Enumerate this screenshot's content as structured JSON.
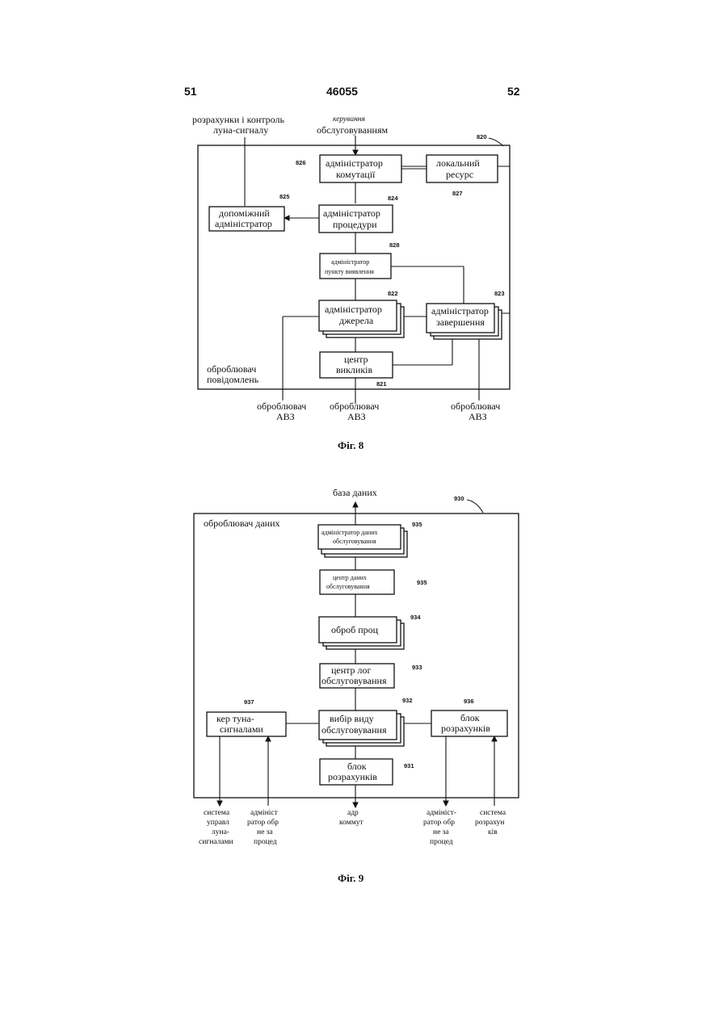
{
  "header": {
    "left": "51",
    "center": "46055",
    "right": "52"
  },
  "fig8": {
    "caption": "Фіг. 8",
    "top_left_label": [
      "розрахунки і контроль",
      "луна-сигналу"
    ],
    "top_center_label": [
      "керування",
      "обслуговуванням"
    ],
    "frame_ref": "820",
    "frame_label": [
      "оброблювач",
      "повідомлень"
    ],
    "boxes": {
      "switch_admin": {
        "lines": [
          "адміністратор",
          "комутації"
        ],
        "ref": "826"
      },
      "local_resource": {
        "lines": [
          "локальний",
          "ресурс"
        ],
        "ref": "827"
      },
      "procedure_admin": {
        "lines": [
          "адміністратор",
          "процедури"
        ],
        "ref": "824"
      },
      "aux_admin": {
        "lines": [
          "допоміжний",
          "адміністратор"
        ],
        "ref": "825"
      },
      "detection_admin": {
        "lines": [
          "адміністратор",
          "пункту виявлення"
        ],
        "ref": "828"
      },
      "source_admin": {
        "lines": [
          "адміністратор",
          "джерела"
        ],
        "ref": "822"
      },
      "termination_admin": {
        "lines": [
          "адміністратор",
          "завершення"
        ],
        "ref": "823"
      },
      "call_center": {
        "lines": [
          "центр",
          "викликів"
        ],
        "ref": "821"
      }
    },
    "bottom_labels": [
      [
        "оброблювач",
        "АВЗ"
      ],
      [
        "оброблювач",
        "АВЗ"
      ],
      [
        "оброблювач",
        "АВЗ"
      ]
    ]
  },
  "fig9": {
    "caption": "Фіг. 9",
    "top_label": "база даних",
    "frame_ref": "930",
    "frame_label": "оброблювач даних",
    "boxes": {
      "service_data_admin": {
        "lines": [
          "адміністратор даних",
          "обслуговування"
        ],
        "ref": "935"
      },
      "service_data_center": {
        "lines": [
          "центр даних",
          "обслуговування"
        ],
        "ref": "935"
      },
      "proc_processing": {
        "lines": [
          "оброб проц"
        ],
        "ref": "934"
      },
      "service_logic_center": {
        "lines": [
          "центр лог",
          "обслуговування"
        ],
        "ref": "933"
      },
      "echo_control": {
        "lines": [
          "кер  туна-",
          "сигналами"
        ],
        "ref": "937"
      },
      "service_type_select": {
        "lines": [
          "вибір виду",
          "обслуговування"
        ],
        "ref": "932"
      },
      "billing_block_right": {
        "lines": [
          "блок",
          "розрахунків"
        ],
        "ref": "936"
      },
      "billing_block": {
        "lines": [
          "блок",
          "розрахунків"
        ],
        "ref": "931"
      }
    },
    "bottom_labels": [
      [
        "система",
        "управл",
        "луна-",
        "сигналами"
      ],
      [
        "адмініст",
        "ратор обр",
        "не за",
        "процед"
      ],
      [
        "адр",
        "коммут"
      ],
      [
        "адмініст-",
        "ратор обр",
        "не за",
        "процед"
      ],
      [
        "система",
        "розрахун",
        "ків"
      ]
    ]
  }
}
